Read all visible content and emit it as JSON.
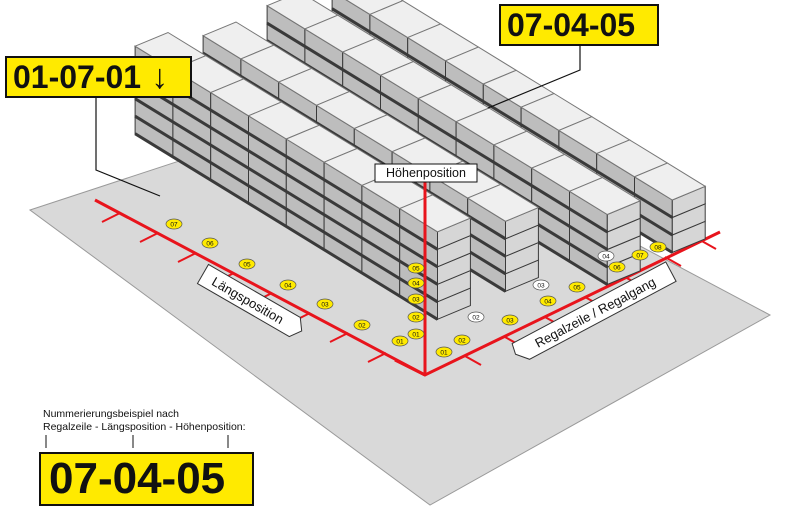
{
  "labels": {
    "top_left_code": "01-07-01",
    "top_left_arrow": "↓",
    "top_right_code": "07-04-05",
    "bottom_code": "07-04-05",
    "height_label": "Höhenposition",
    "length_label": "Längsposition",
    "row_label": "Regalzeile / Regalgang"
  },
  "caption": {
    "line1": "Nummerierungsbeispiel nach",
    "line2": "Regalzeile - Längsposition - Höhenposition:"
  },
  "length_markers": [
    "01",
    "02",
    "03",
    "04",
    "05",
    "06",
    "07"
  ],
  "height_markers": [
    "01",
    "02",
    "03",
    "04",
    "05"
  ],
  "row_markers": [
    "01",
    "02",
    "03",
    "04",
    "05",
    "06",
    "07",
    "08"
  ],
  "aisle_markers": [
    "02",
    "03",
    "04"
  ],
  "colors": {
    "accent_red": "#e8141c",
    "marker_yellow": "#ffea00",
    "floor": "#d9d9d9",
    "box_top": "#efefef",
    "box_side": "#bdbdbd",
    "box_gap": "#3a3a3a"
  }
}
